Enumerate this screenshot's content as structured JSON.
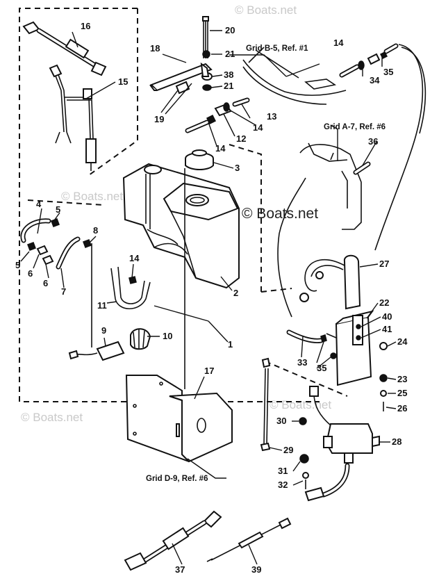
{
  "watermark": {
    "main": "© Boats.net",
    "faint": "© Boats.net"
  },
  "references": {
    "grid_b5": "Grid B-5, Ref. #1",
    "grid_a7": "Grid A-7, Ref. #6",
    "grid_d9": "Grid D-9, Ref. #6"
  },
  "labels": {
    "p1": "1",
    "p2": "2",
    "p3": "3",
    "p4": "4",
    "p5a": "5",
    "p5b": "5",
    "p6a": "6",
    "p6b": "6",
    "p7": "7",
    "p8": "8",
    "p9": "9",
    "p10": "10",
    "p11": "11",
    "p12": "12",
    "p13": "13",
    "p14a": "14",
    "p14b": "14",
    "p14c": "14",
    "p14d": "14",
    "p15": "15",
    "p16": "16",
    "p17": "17",
    "p18": "18",
    "p19": "19",
    "p20": "20",
    "p21a": "21",
    "p21b": "21",
    "p22": "22",
    "p23": "23",
    "p24": "24",
    "p25": "25",
    "p26": "26",
    "p27": "27",
    "p28": "28",
    "p29": "29",
    "p30": "30",
    "p31": "31",
    "p32": "32",
    "p33": "33",
    "p34": "34",
    "p35a": "35",
    "p35b": "35",
    "p36": "36",
    "p37": "37",
    "p38": "38",
    "p39": "39",
    "p40": "40",
    "p41": "41"
  }
}
